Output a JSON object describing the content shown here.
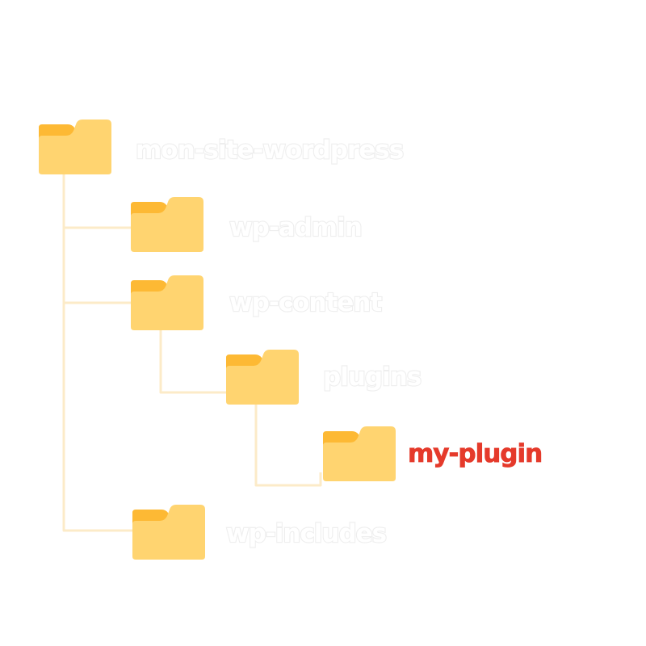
{
  "colors": {
    "folder_tab": "#fdb934",
    "folder_body": "#ffd470",
    "connector": "#fcebc8",
    "label_default": "#ffffff",
    "label_outline": "#eeeeee",
    "label_highlight": "#e53a2b"
  },
  "folders": [
    {
      "id": "mon-site-wordpress",
      "label": "mon-site-wordpress",
      "icon": "folder-icon",
      "depth": 0,
      "highlighted": false
    },
    {
      "id": "wp-admin",
      "label": "wp-admin",
      "icon": "folder-icon",
      "depth": 1,
      "highlighted": false
    },
    {
      "id": "wp-content",
      "label": "wp-content",
      "icon": "folder-icon",
      "depth": 1,
      "highlighted": false
    },
    {
      "id": "plugins",
      "label": "plugins",
      "icon": "folder-icon",
      "depth": 2,
      "highlighted": false
    },
    {
      "id": "my-plugin",
      "label": "my-plugin",
      "icon": "folder-icon",
      "depth": 3,
      "highlighted": true
    },
    {
      "id": "wp-includes",
      "label": "wp-includes",
      "icon": "folder-icon",
      "depth": 1,
      "highlighted": false
    }
  ]
}
